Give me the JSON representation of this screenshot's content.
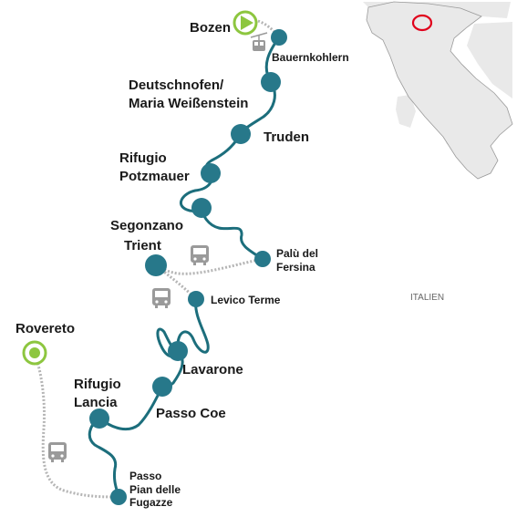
{
  "colors": {
    "route": "#1c6e7c",
    "stop": "#27788a",
    "start_end": "#8dc63f",
    "transfer_dash": "#b5b5b5",
    "inset_land": "#e9e9e9",
    "inset_border": "#9a9a9a",
    "inset_marker": "#e0001b"
  },
  "map": {
    "country_label": "ITALIEN"
  },
  "stops": [
    {
      "id": "bozen",
      "name": "Bozen",
      "kind": "start"
    },
    {
      "id": "bauernkohlern",
      "name": "Bauernkohlern",
      "kind": "stop"
    },
    {
      "id": "deutschnofen",
      "name_line1": "Deutschnofen/",
      "name_line2": "Maria Weißenstein",
      "kind": "stop"
    },
    {
      "id": "truden",
      "name": "Truden",
      "kind": "stop"
    },
    {
      "id": "potzmauer",
      "name_line1": "Rifugio",
      "name_line2": "Potzmauer",
      "kind": "stop"
    },
    {
      "id": "segonzano",
      "name": "Segonzano",
      "kind": "stop"
    },
    {
      "id": "palu",
      "name_line1": "Palù del",
      "name_line2": "Fersina",
      "kind": "stop"
    },
    {
      "id": "trient",
      "name": "Trient",
      "kind": "stop"
    },
    {
      "id": "levico",
      "name": "Levico Terme",
      "kind": "stop"
    },
    {
      "id": "lavarone",
      "name": "Lavarone",
      "kind": "stop"
    },
    {
      "id": "passo_coe",
      "name": "Passo Coe",
      "kind": "stop"
    },
    {
      "id": "lancia",
      "name_line1": "Rifugio",
      "name_line2": "Lancia",
      "kind": "stop"
    },
    {
      "id": "fugazze",
      "name_line1": "Passo",
      "name_line2": "Pian delle",
      "name_line3": "Fugazze",
      "kind": "stop"
    },
    {
      "id": "rovereto",
      "name": "Rovereto",
      "kind": "end"
    }
  ],
  "transfers": [
    {
      "between": "bozen-bauernkohlern",
      "mode": "cable-car-icon"
    },
    {
      "between": "palu-trient",
      "mode": "bus-icon"
    },
    {
      "between": "trient-levico",
      "mode": "bus-icon"
    },
    {
      "between": "fugazze-rovereto",
      "mode": "bus-icon"
    }
  ]
}
